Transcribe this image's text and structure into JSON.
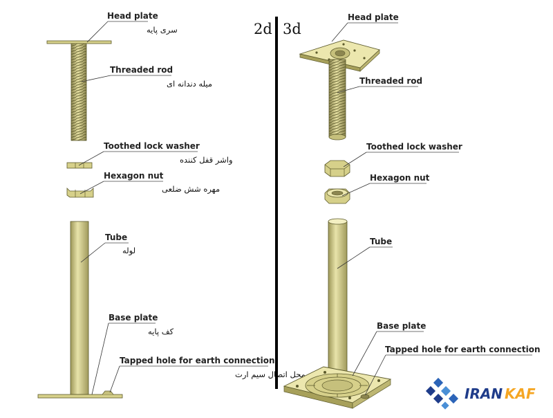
{
  "views": {
    "left": "2d",
    "right": "3d"
  },
  "labels_2d": {
    "head_plate": {
      "en": "Head plate",
      "fa": "سری پایه"
    },
    "threaded_rod": {
      "en": "Threaded rod",
      "fa": "میله دندانه ای"
    },
    "lock_washer": {
      "en": "Toothed lock washer",
      "fa": "واشر قفل کننده"
    },
    "hex_nut": {
      "en": "Hexagon nut",
      "fa": "مهره شش ضلعی"
    },
    "tube": {
      "en": "Tube",
      "fa": "لوله"
    },
    "base_plate": {
      "en": "Base plate",
      "fa": "کف پایه"
    },
    "tapped_hole": {
      "en": "Tapped hole for earth connection",
      "fa": "محل اتصال سیم ارت"
    }
  },
  "labels_3d": {
    "head_plate": "Head plate",
    "threaded_rod": "Threaded rod",
    "lock_washer": "Toothed lock washer",
    "hex_nut": "Hexagon nut",
    "tube": "Tube",
    "base_plate": "Base plate",
    "tapped_hole": "Tapped hole for earth connection"
  },
  "logo": {
    "text_a": "IRAN",
    "text_b": "KAF",
    "color_a": "#1f3c8a",
    "color_b": "#f5a623"
  },
  "colors": {
    "metal": "#d6d08a",
    "metal_dark": "#a7a05a",
    "metal_light": "#ece7ae",
    "divider": "#000000"
  }
}
